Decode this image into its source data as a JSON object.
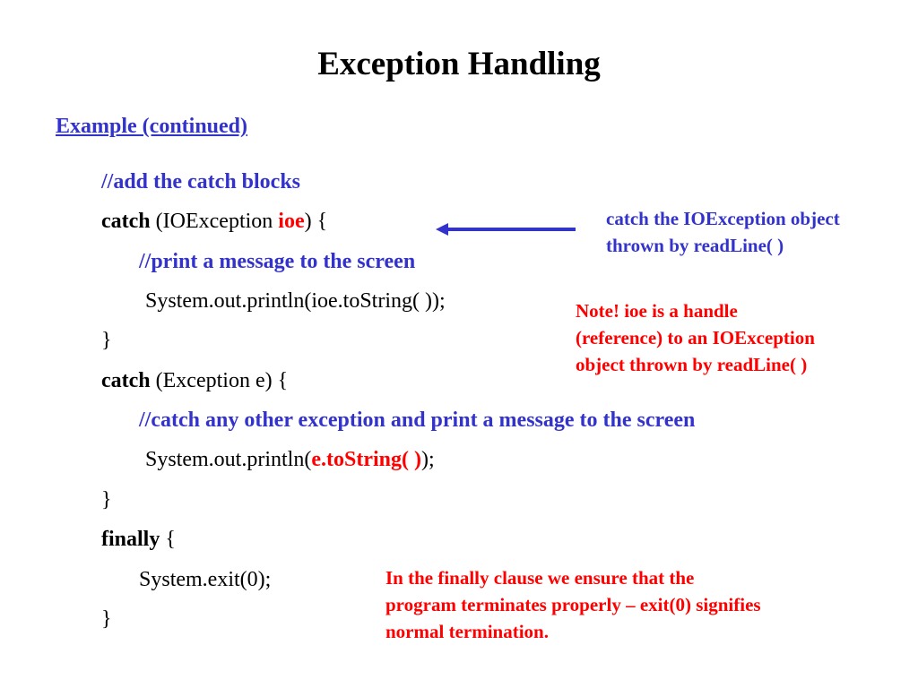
{
  "title": "Exception Handling",
  "subtitle": "Example (continued)",
  "code": {
    "line1_comment": "//add the catch blocks",
    "line2_kw": "catch",
    "line2_text": " (IOException ",
    "line2_var": "ioe",
    "line2_end": ")  {",
    "line3_comment": "//print a message to the screen",
    "line4": "System.out.println(ioe.toString( ));",
    "line5": "}",
    "line6_kw": "catch",
    "line6_text": " (Exception e) {",
    "line7_comment": "//catch any other exception and print a message to the screen",
    "line8_pre": "System.out.println(",
    "line8_call": "e.toString( )",
    "line8_post": ");",
    "line9": "}",
    "line10_kw": "finally",
    "line10_text": " {",
    "line11": "System.exit(0);",
    "line12": "}"
  },
  "notes": {
    "catch_ioexception": [
      "catch the IOException object",
      "thrown by readLine( )"
    ],
    "handle_note": [
      "Note! ioe is a handle",
      "(reference) to an IOException",
      "object thrown by readLine( )"
    ],
    "finally_note": [
      "In the finally clause we ensure that the",
      "program terminates properly – exit(0) signifies",
      "normal termination."
    ]
  },
  "colors": {
    "comment_blue": "#3333cc",
    "highlight_red": "#ff0000",
    "arrow_blue": "#3333cc"
  }
}
